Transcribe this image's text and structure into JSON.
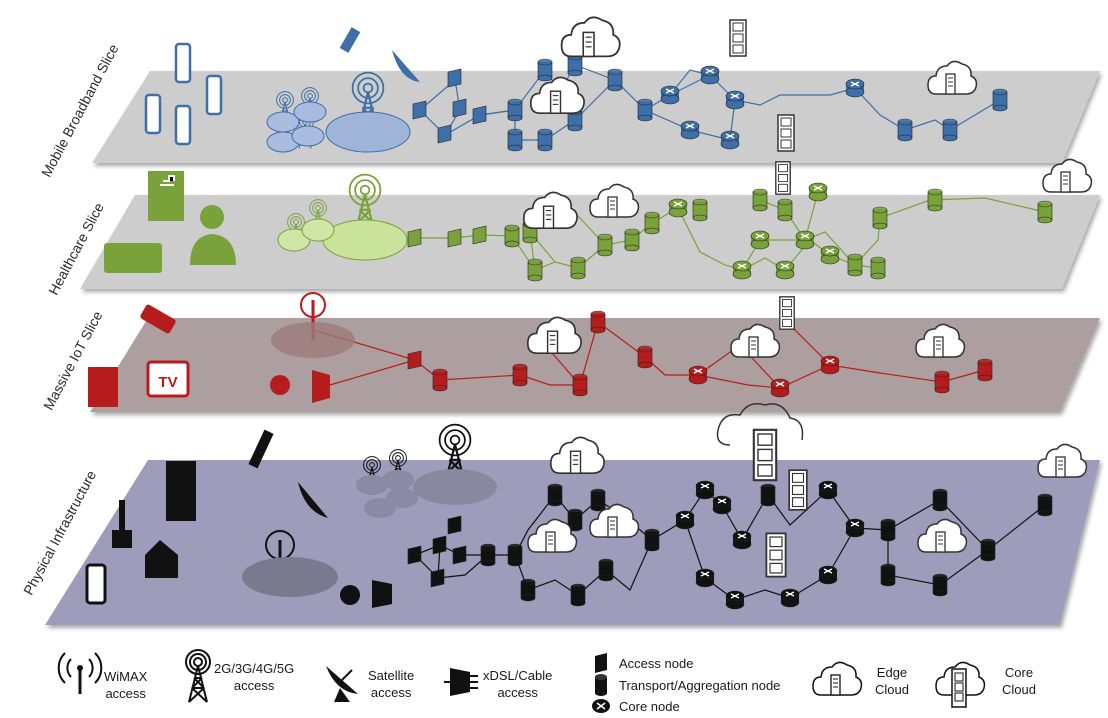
{
  "slices": [
    {
      "label": "Mobile Broadband Slice",
      "color": "#3e6fa8"
    },
    {
      "label": "Healthcare Slice",
      "color": "#7aa23a"
    },
    {
      "label": "Massive IoT Slice",
      "color": "#b71c1c"
    },
    {
      "label": "Physical Infrastructure",
      "color": "#1a1a1a"
    }
  ],
  "legend": {
    "wimax": {
      "line1": "WiMAX",
      "line2": "access"
    },
    "cellular": {
      "line1": "2G/3G/4G/5G",
      "line2": "access"
    },
    "satellite": {
      "line1": "Satellite",
      "line2": "access"
    },
    "xdsl": {
      "line1": "xDSL/Cable",
      "line2": "access"
    },
    "access_node": "Access node",
    "transport_node": "Transport/Aggregation node",
    "core_node": "Core node",
    "edge_cloud": {
      "line1": "Edge",
      "line2": "Cloud"
    },
    "core_cloud": {
      "line1": "Core",
      "line2": "Cloud"
    }
  },
  "colors": {
    "plane_gray": "#cfcfcf",
    "plane_phys": "#9a9ab8",
    "blue": "#3e6fa8",
    "green": "#7aa23a",
    "red": "#b71c1c",
    "black": "#111111"
  }
}
